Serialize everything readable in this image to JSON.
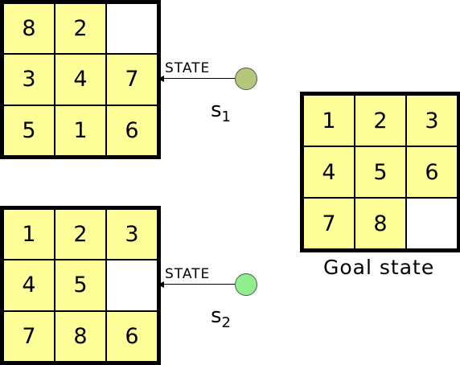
{
  "puzzle1": {
    "tiles": [
      "8",
      "2",
      "",
      "3",
      "4",
      "7",
      "5",
      "1",
      "6"
    ]
  },
  "puzzle2": {
    "tiles": [
      "1",
      "2",
      "3",
      "4",
      "5",
      "",
      "7",
      "8",
      "6"
    ]
  },
  "goal": {
    "tiles": [
      "1",
      "2",
      "3",
      "4",
      "5",
      "6",
      "7",
      "8",
      ""
    ],
    "label": "Goal state"
  },
  "state1": {
    "label": "STATE",
    "name": "s",
    "sub": "1",
    "color": "#b5c77a"
  },
  "state2": {
    "label": "STATE",
    "name": "s",
    "sub": "2",
    "color": "#90ee90"
  },
  "colors": {
    "tile": "#ffff99",
    "border": "#000000"
  }
}
